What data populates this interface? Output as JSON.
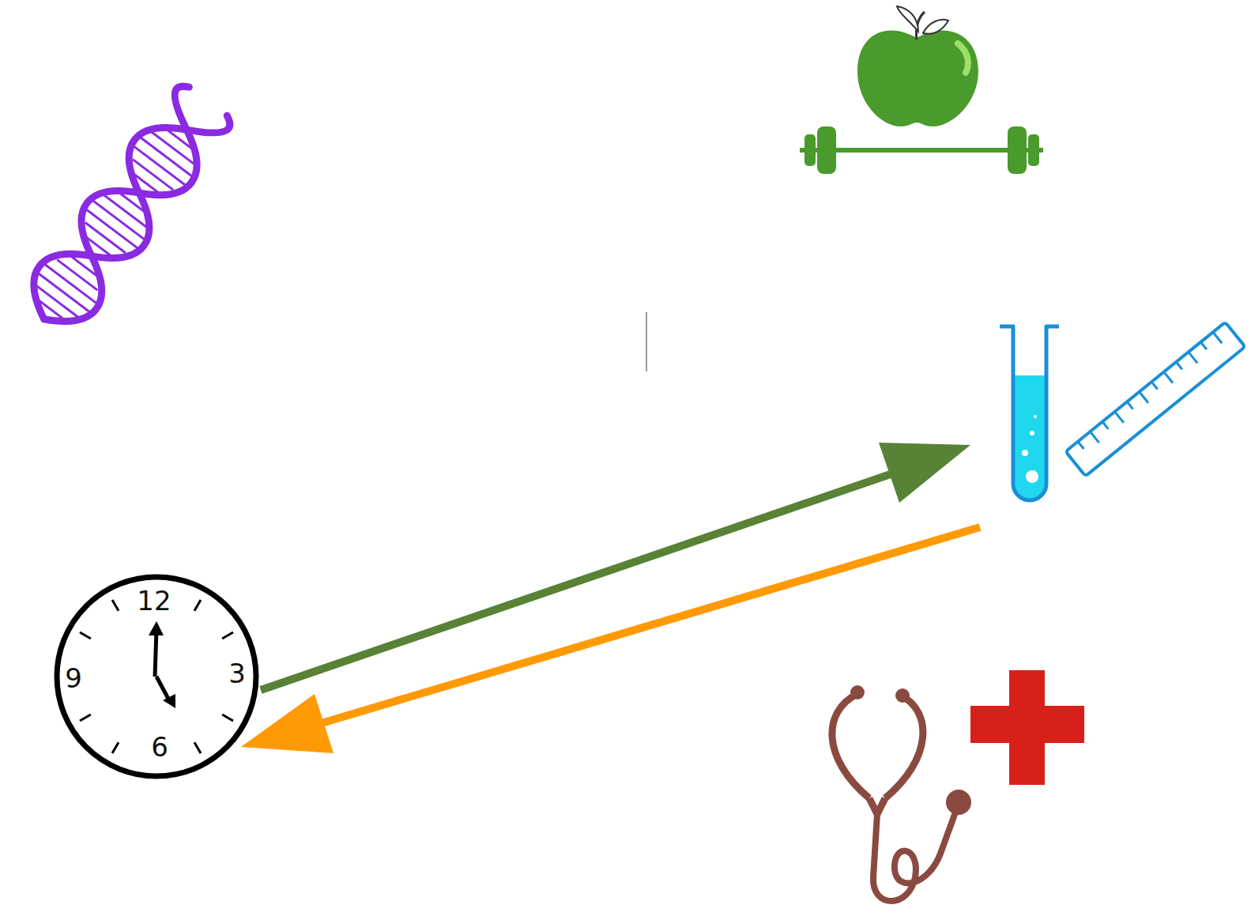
{
  "diagram": {
    "nodes": [
      {
        "text": [
          "12",
          "9",
          "3",
          "6"
        ]
      }
    ]
  }
}
